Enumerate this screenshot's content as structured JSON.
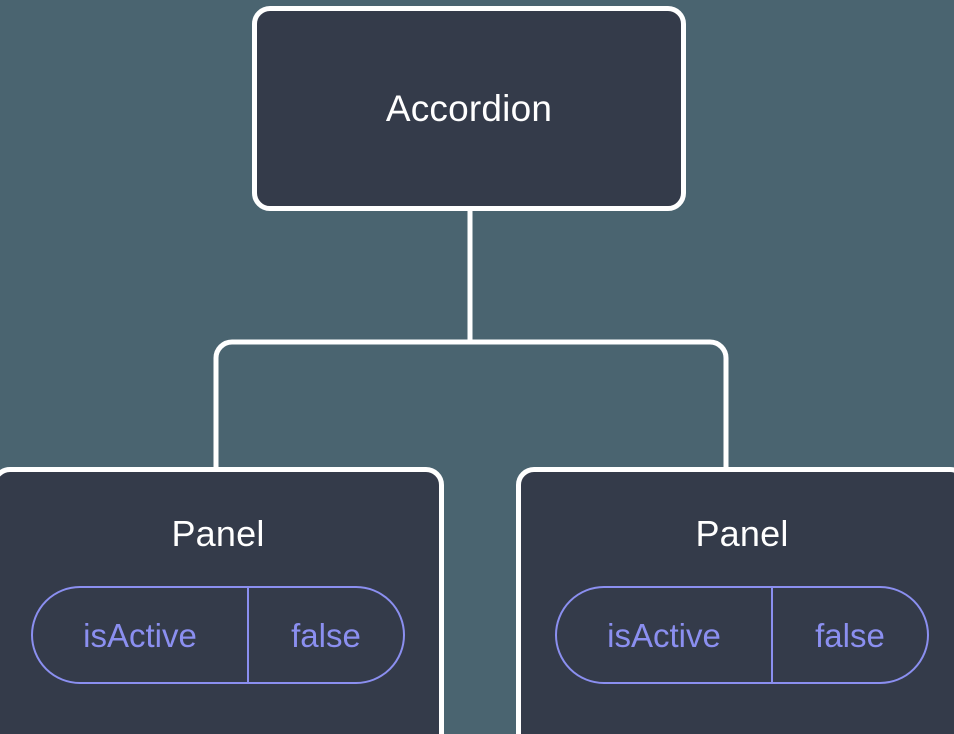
{
  "canvas": {
    "background_color": "#4a6470",
    "node_fill_color": "#343b4a",
    "node_border_color": "#ffffff",
    "connector_color": "#ffffff",
    "prop_accent_color": "#8b8ff0"
  },
  "tree": {
    "root": {
      "title": "Accordion"
    },
    "children": [
      {
        "title": "Panel",
        "props": [
          {
            "key": "isActive",
            "value": "false"
          }
        ]
      },
      {
        "title": "Panel",
        "props": [
          {
            "key": "isActive",
            "value": "false"
          }
        ]
      }
    ]
  }
}
